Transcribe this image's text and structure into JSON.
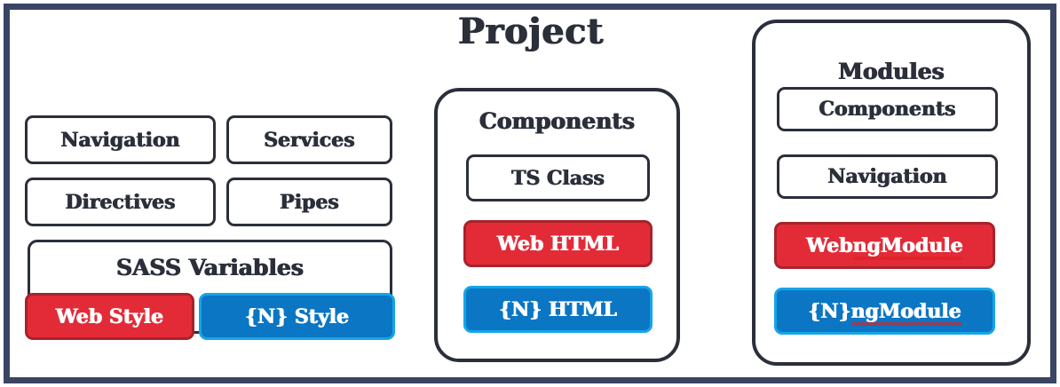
{
  "diagram": {
    "title": "Project",
    "frame_color": "#3a4563",
    "ink_color": "#2b2f3a",
    "web_color": "#e32b38",
    "web_border_color": "#a8222b",
    "nativescript_color": "#0a76c4",
    "nativescript_border_color": "#14a5e8"
  },
  "left_group": {
    "row1": [
      {
        "label": "Navigation"
      },
      {
        "label": "Services"
      }
    ],
    "row2": [
      {
        "label": "Directives"
      },
      {
        "label": "Pipes"
      }
    ],
    "sass": {
      "title": "SASS Variables",
      "chips": [
        {
          "label": "Web Style",
          "variant": "red"
        },
        {
          "label": "{N} Style",
          "variant": "blue"
        }
      ]
    }
  },
  "components_panel": {
    "title": "Components",
    "items": [
      {
        "label": "TS Class",
        "variant": "outline"
      },
      {
        "label": "Web HTML",
        "variant": "red"
      },
      {
        "label": "{N} HTML",
        "variant": "blue"
      }
    ]
  },
  "modules_panel": {
    "title": "Modules",
    "items": [
      {
        "label": "Components",
        "variant": "outline"
      },
      {
        "label": "Navigation",
        "variant": "outline"
      },
      {
        "label_prefix": "Web ",
        "label_misspelled": "ngModule",
        "variant": "red"
      },
      {
        "label_prefix": "{N} ",
        "label_misspelled": "ngModule",
        "variant": "blue"
      }
    ]
  }
}
